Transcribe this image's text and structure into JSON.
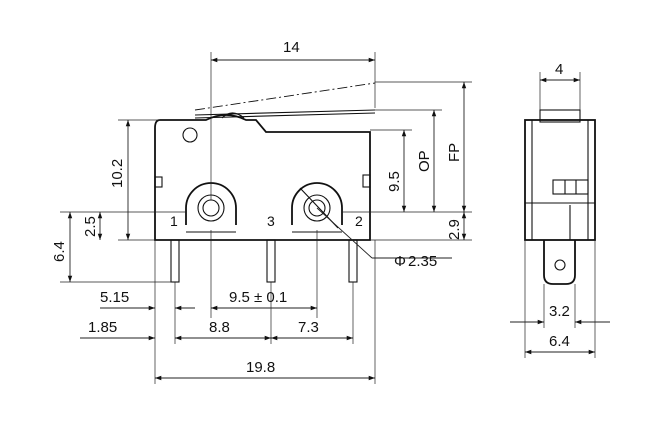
{
  "front_view": {
    "top_length": "14",
    "body_length": "19.8",
    "left_height": "10.2",
    "terminal_offset": "2.5",
    "lower_height": "6.4",
    "op_height": "9.5",
    "op_label": "OP",
    "fp_label": "FP",
    "right_offset": "2.9",
    "hole_diameter": "2.35",
    "diameter_symbol": "Φ",
    "left_pin_offset": "5.15",
    "pin_pitch": "9.5 ± 0.1",
    "edge_offset": "1.85",
    "left_spacing": "8.8",
    "right_spacing": "7.3",
    "terminal_1": "1",
    "terminal_2": "2",
    "terminal_3": "3"
  },
  "side_view": {
    "top_width": "4",
    "pin_width": "3.2",
    "body_width": "6.4"
  }
}
